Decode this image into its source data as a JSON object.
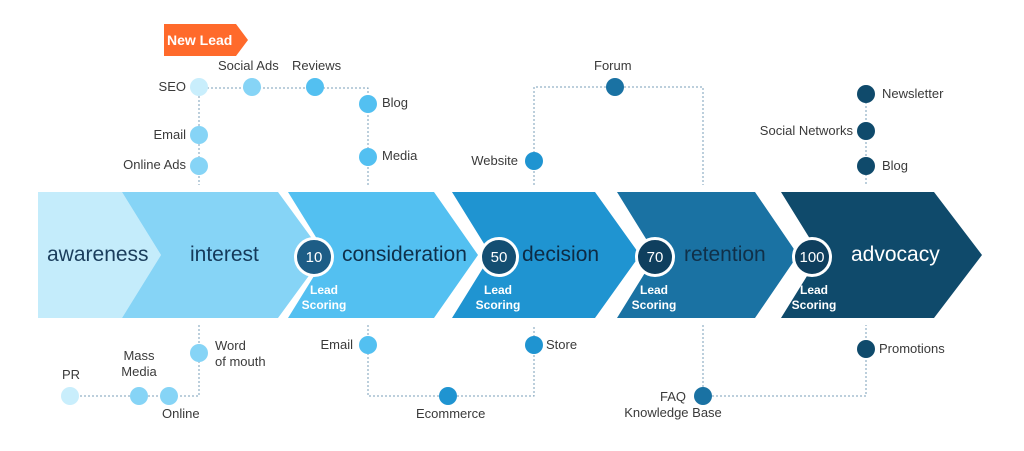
{
  "badge": {
    "label": "New Lead",
    "color": "#ff6a2b"
  },
  "stages": [
    {
      "name": "awareness",
      "color": "#c4ecfb",
      "text_color": "#1a3d5c"
    },
    {
      "name": "interest",
      "color": "#86d4f6",
      "text_color": "#14395a"
    },
    {
      "name": "consideration",
      "color": "#53c0f1",
      "text_color": "#0e2f4a"
    },
    {
      "name": "decision",
      "color": "#1f94d1",
      "text_color": "#0d2b44"
    },
    {
      "name": "retention",
      "color": "#1a72a3",
      "text_color": "#103049"
    },
    {
      "name": "advocacy",
      "color": "#0f4a6b",
      "text_color": "#ffffff"
    }
  ],
  "lead_scoring": [
    {
      "value": "10",
      "label_line1": "Lead",
      "label_line2": "Scoring",
      "circle_color": "#1d5d86"
    },
    {
      "value": "50",
      "label_line1": "Lead",
      "label_line2": "Scoring",
      "circle_color": "#144e72"
    },
    {
      "value": "70",
      "label_line1": "Lead",
      "label_line2": "Scoring",
      "circle_color": "#0f3f5e"
    },
    {
      "value": "100",
      "label_line1": "Lead",
      "label_line2": "Scoring",
      "circle_color": "#0f3f5e"
    }
  ],
  "touchpoints": {
    "seo": "SEO",
    "social_ads": "Social Ads",
    "reviews": "Reviews",
    "blog_consideration": "Blog",
    "media": "Media",
    "email_interest": "Email",
    "online_ads": "Online Ads",
    "forum": "Forum",
    "website": "Website",
    "newsletter": "Newsletter",
    "social_networks": "Social Networks",
    "blog_advocacy": "Blog",
    "pr": "PR",
    "mass_media_line1": "Mass",
    "mass_media_line2": "Media",
    "online": "Online",
    "word_of_mouth_line1": "Word",
    "word_of_mouth_line2": "of mouth",
    "email_consideration": "Email",
    "ecommerce": "Ecommerce",
    "store": "Store",
    "faq_line1": "FAQ",
    "faq_line2": "Knowledge Base",
    "promotions": "Promotions"
  },
  "dot_colors": {
    "pale": "#c9eefc",
    "light": "#86d4f6",
    "sky": "#53c0f1",
    "mid": "#1f94d1",
    "deep": "#1a72a3",
    "navy": "#0f4a6b"
  }
}
